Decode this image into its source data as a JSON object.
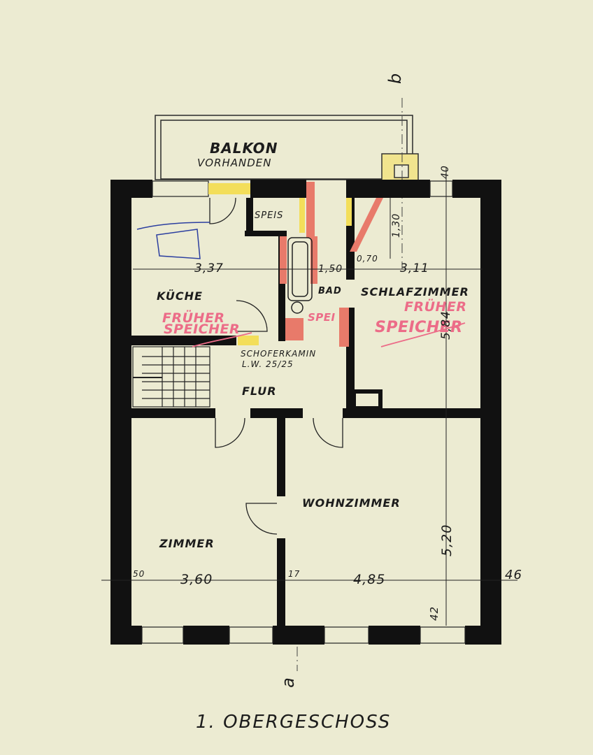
{
  "plan": {
    "title": "1. OBERGESCHOSS",
    "balcony": "BALKON",
    "balcony_note": "VORHANDEN",
    "rooms": {
      "kitchen": "KÜCHE",
      "pantry": "SPEIS",
      "bath": "BAD",
      "bedroom": "SCHLAFZIMMER",
      "hall": "FLUR",
      "room": "ZIMMER",
      "living": "WOHNZIMMER"
    },
    "chimney": [
      "SCHOFERKAMIN",
      "L.W. 25/25"
    ],
    "former_pantry": [
      "FRÜHER",
      "SPEICHER"
    ],
    "former_pantry_short": "SPEI",
    "section_marks": [
      "b",
      "a"
    ],
    "dimensions": {
      "kitchen_width": "3,37",
      "bath_width": "1,50",
      "bedroom_width": "3,11",
      "offset_070": "0,70",
      "height_130": "1,30",
      "bedroom_depth": "5,84",
      "living_depth": "5,20",
      "room_width": "3,60",
      "living_width": "4,85",
      "wall_50": "50",
      "wall_17": "17",
      "wall_46": "46",
      "wall_40": "40",
      "wall_42": "42"
    }
  }
}
